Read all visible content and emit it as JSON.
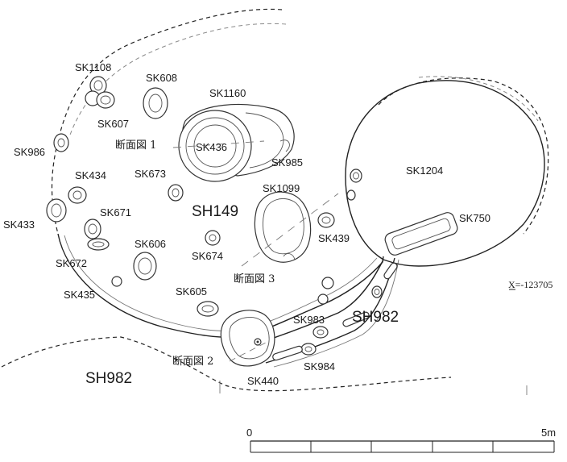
{
  "features": {
    "sh149": "SH149",
    "sh982_north": "SH982",
    "sh982_south": "SH982",
    "sk1108": "SK1108",
    "sk608": "SK608",
    "sk1160": "SK1160",
    "sk607": "SK607",
    "sk986": "SK986",
    "sk436": "SK436",
    "sk985": "SK985",
    "sk1204": "SK1204",
    "sk434": "SK434",
    "sk673": "SK673",
    "sk1099": "SK1099",
    "sk433": "SK433",
    "sk671": "SK671",
    "sk750": "SK750",
    "sk439": "SK439",
    "sk606": "SK606",
    "sk672": "SK672",
    "sk674": "SK674",
    "sk435": "SK435",
    "sk605": "SK605",
    "sk983": "SK983",
    "sk984": "SK984",
    "sk440": "SK440"
  },
  "sections": {
    "s1": "断面図 1",
    "s2": "断面図 2",
    "s3": "断面図 3"
  },
  "coordinate": "X=-123705",
  "scale": {
    "start": "0",
    "end": "5m"
  }
}
